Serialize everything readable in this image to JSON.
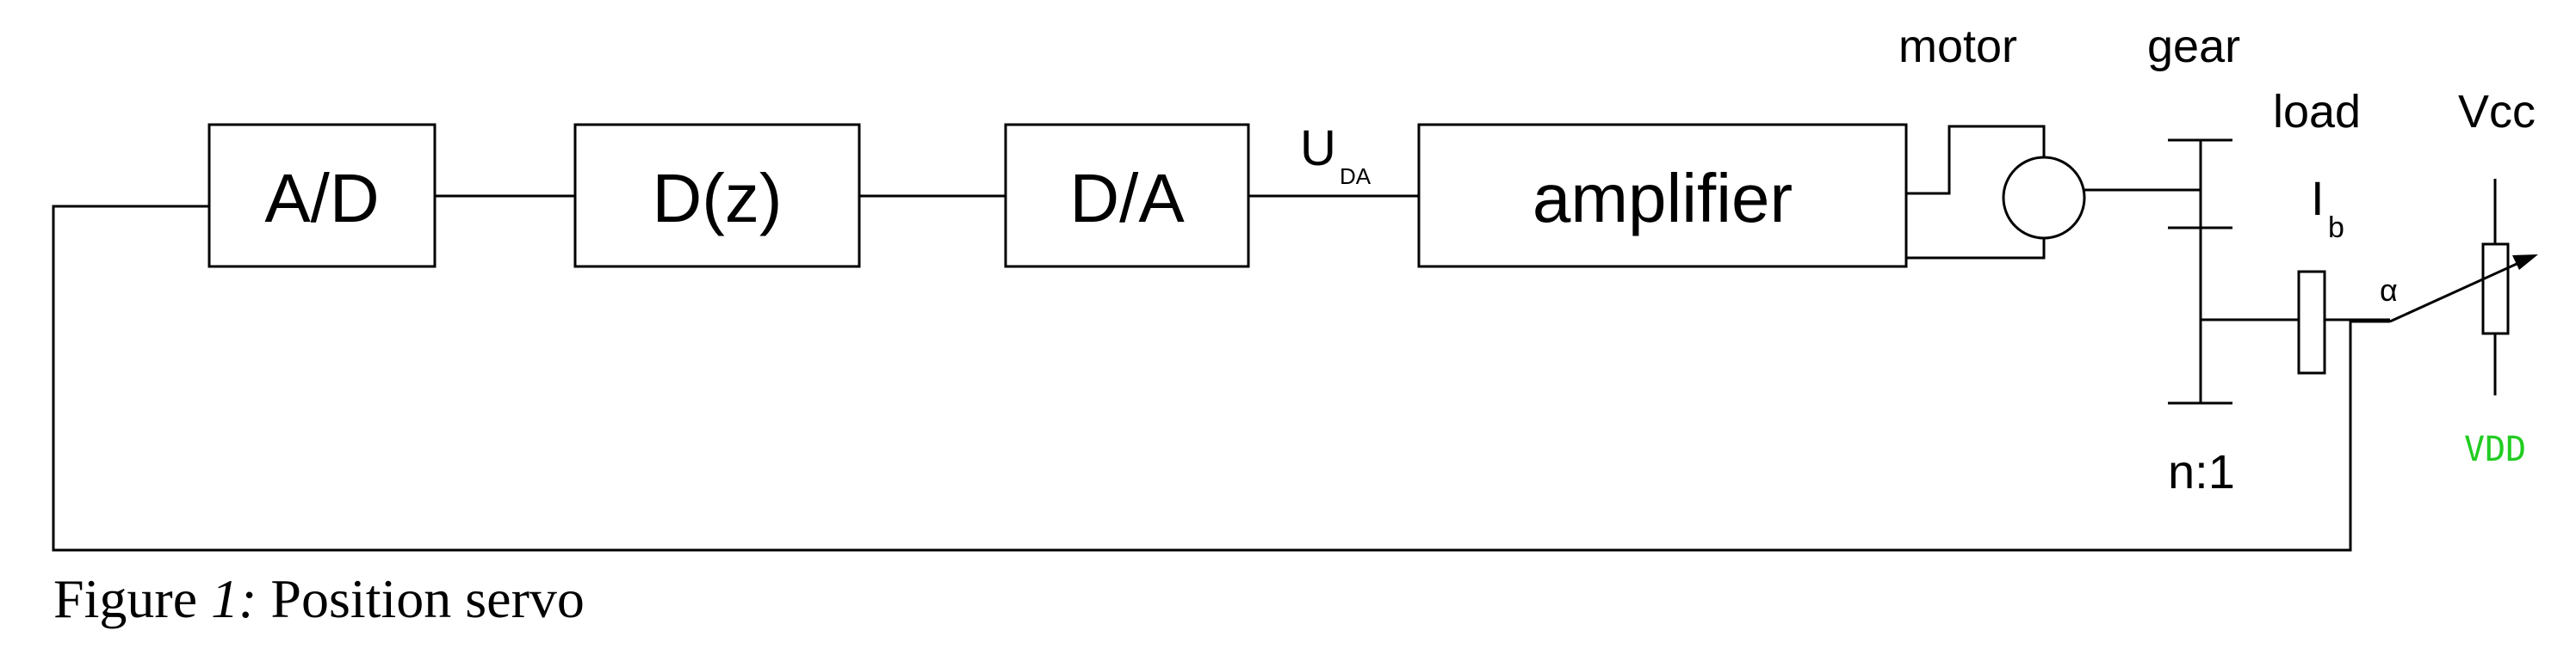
{
  "blocks": {
    "ad": "A/D",
    "dz": "D(z)",
    "da": "D/A",
    "amplifier": "amplifier"
  },
  "labels": {
    "u": "U",
    "u_sub": "DA",
    "motor": "motor",
    "gear": "gear",
    "load": "load",
    "ib": "I",
    "ib_sub": "b",
    "alpha": "α",
    "vcc": "Vcc",
    "vdd": "VDD",
    "ratio": "n:1"
  },
  "caption": {
    "prefix": "Figure ",
    "number": "1:",
    "text": " Position servo"
  },
  "colors": {
    "line": "#000000",
    "vdd": "#22cc22"
  }
}
